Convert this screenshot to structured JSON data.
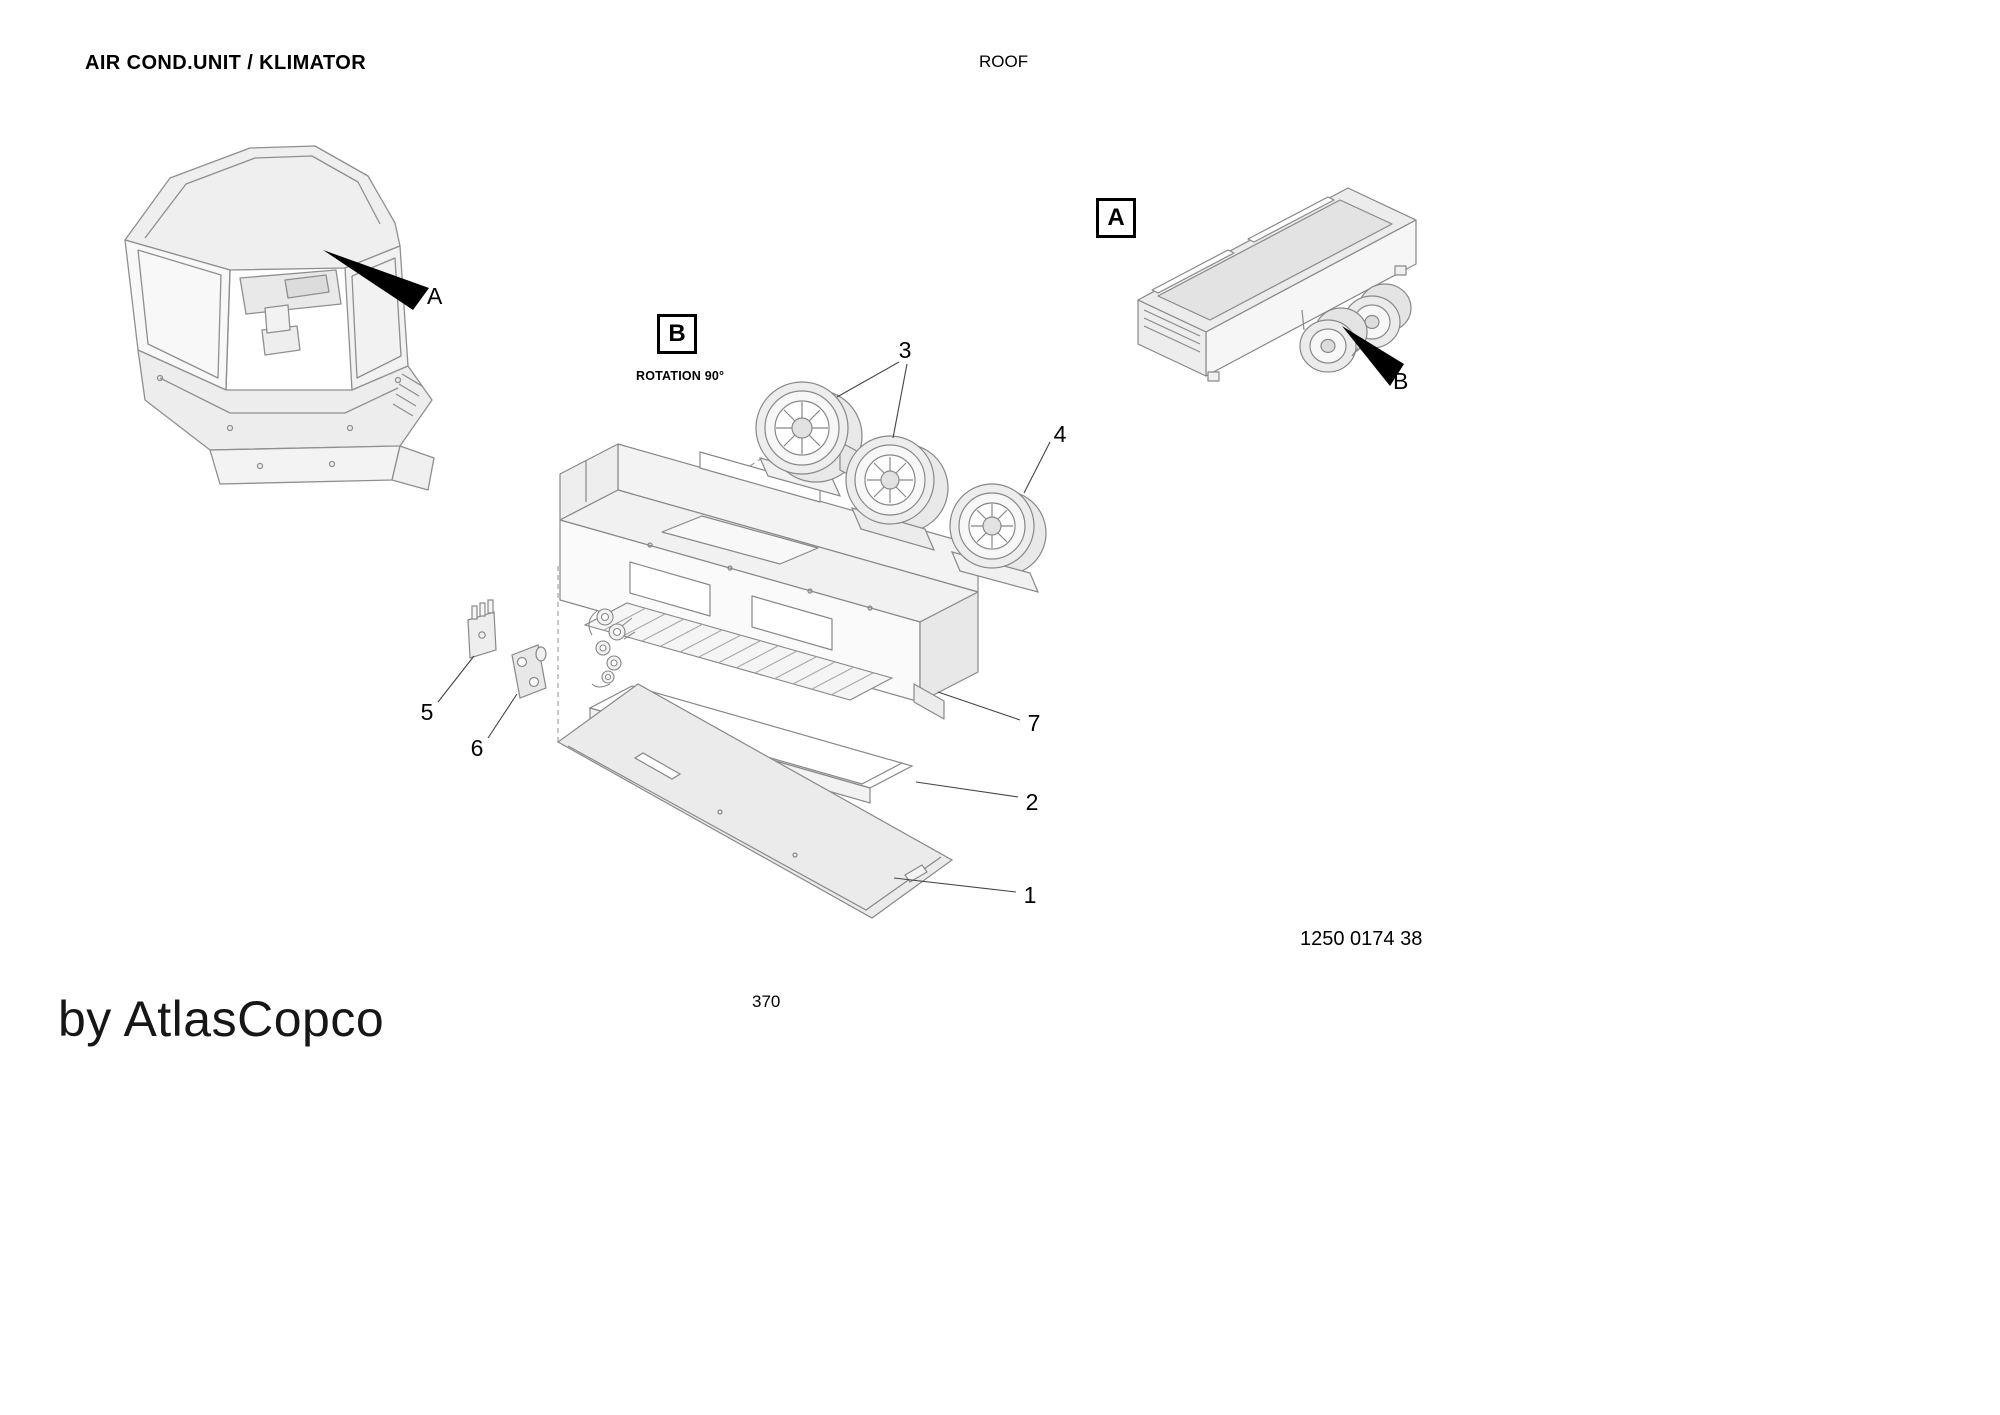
{
  "page": {
    "title": "AIR COND.UNIT / KLIMATOR",
    "section": "ROOF",
    "part_number": "1250 0174 38",
    "page_number": "370",
    "brand": "by AtlasCopco"
  },
  "views": {
    "cab": {
      "arrow_label": "A"
    },
    "rotated": {
      "box_label": "B",
      "rotation_note": "ROTATION 90°"
    },
    "assembled": {
      "box_label": "A",
      "arrow_label": "B"
    }
  },
  "callouts": [
    {
      "label": "1"
    },
    {
      "label": "2"
    },
    {
      "label": "3"
    },
    {
      "label": "4"
    },
    {
      "label": "5"
    },
    {
      "label": "6"
    },
    {
      "label": "7"
    }
  ]
}
